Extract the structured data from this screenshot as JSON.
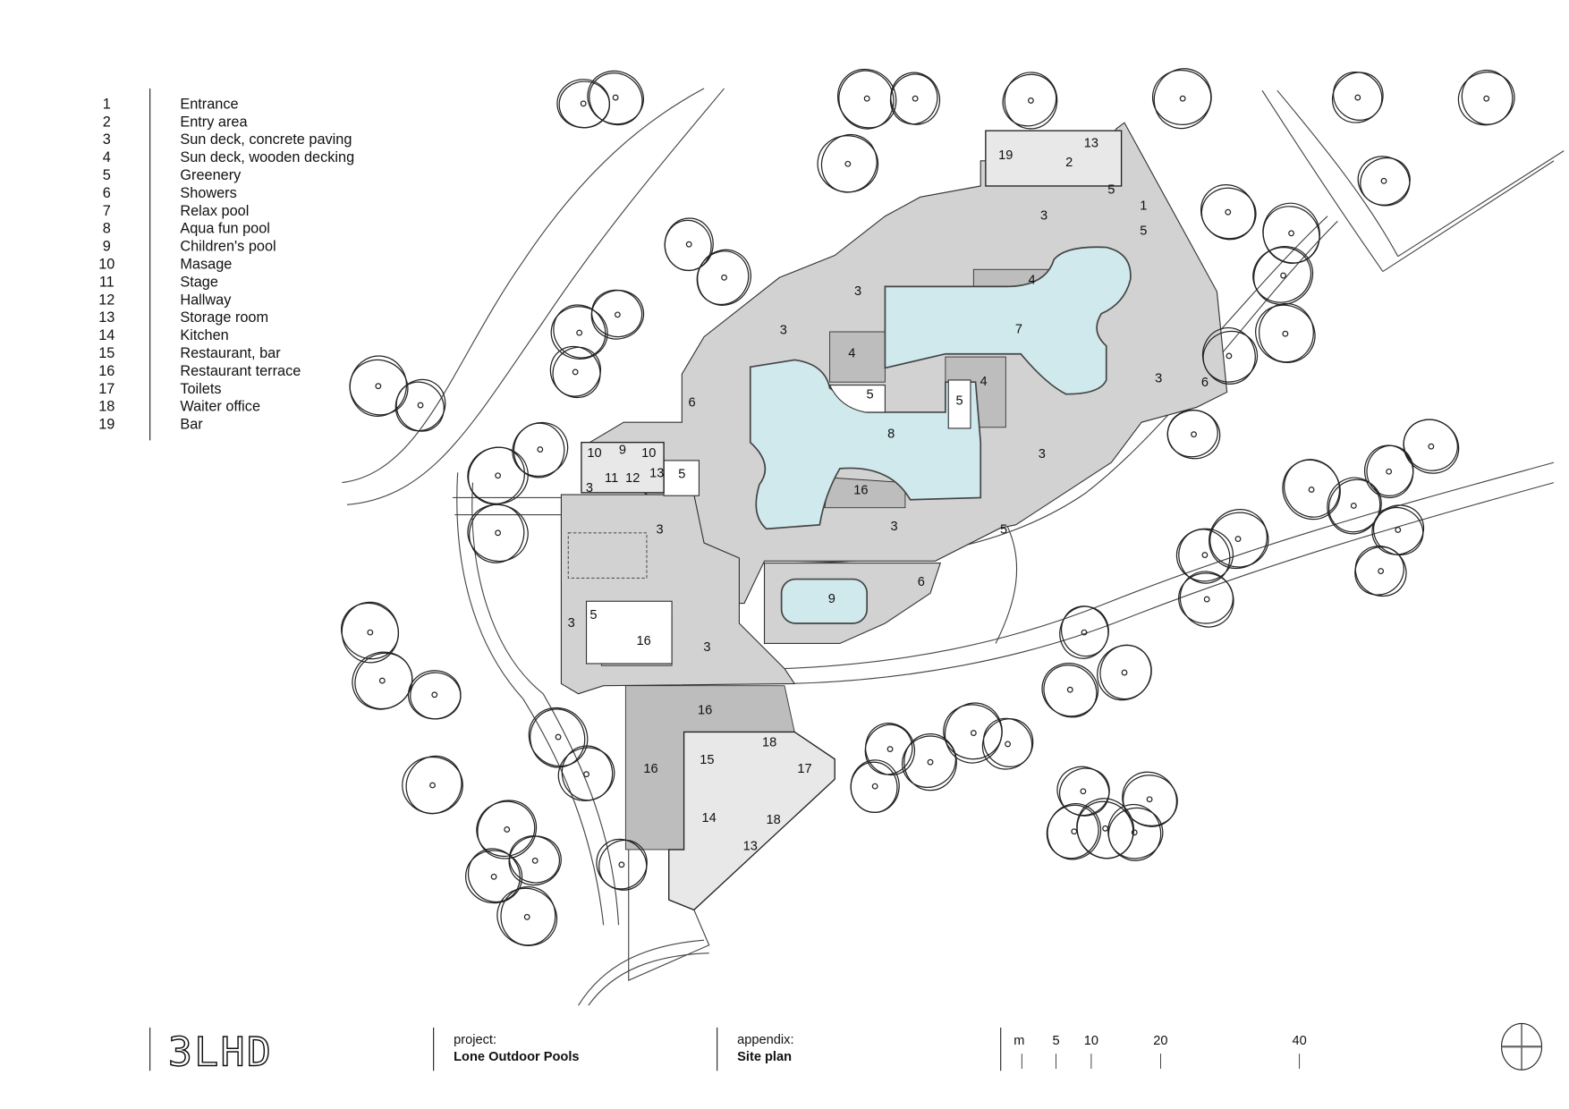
{
  "legend": [
    {
      "num": "1",
      "label": "Entrance"
    },
    {
      "num": "2",
      "label": "Entry area"
    },
    {
      "num": "3",
      "label": "Sun deck, concrete paving"
    },
    {
      "num": "4",
      "label": "Sun deck, wooden decking"
    },
    {
      "num": "5",
      "label": "Greenery"
    },
    {
      "num": "6",
      "label": "Showers"
    },
    {
      "num": "7",
      "label": "Relax pool"
    },
    {
      "num": "8",
      "label": "Aqua fun pool"
    },
    {
      "num": "9",
      "label": "Children's pool"
    },
    {
      "num": "10",
      "label": "Masage"
    },
    {
      "num": "11",
      "label": "Stage"
    },
    {
      "num": "12",
      "label": "Hallway"
    },
    {
      "num": "13",
      "label": "Storage room"
    },
    {
      "num": "14",
      "label": "Kitchen"
    },
    {
      "num": "15",
      "label": "Restaurant, bar"
    },
    {
      "num": "16",
      "label": "Restaurant terrace"
    },
    {
      "num": "17",
      "label": "Toilets"
    },
    {
      "num": "18",
      "label": "Waiter office"
    },
    {
      "num": "19",
      "label": "Bar"
    }
  ],
  "plan_labels": [
    "19",
    "2",
    "13",
    "5",
    "1",
    "5",
    "3",
    "4",
    "3",
    "7",
    "3",
    "4",
    "5",
    "5",
    "4",
    "3",
    "6",
    "6",
    "8",
    "3",
    "16",
    "3",
    "9",
    "10",
    "9",
    "10",
    "3",
    "11",
    "12",
    "13",
    "5",
    "3",
    "5",
    "3",
    "16",
    "3",
    "6",
    "5",
    "16",
    "18",
    "15",
    "16",
    "17",
    "14",
    "18",
    "13"
  ],
  "colors": {
    "pool": "#cfe9ec",
    "deck": "#d2d2d2",
    "wood": "#bdbdbd"
  },
  "footer": {
    "logo": "3LHD",
    "project_label": "project:",
    "project_name": "Lone Outdoor Pools",
    "appendix_label": "appendix:",
    "appendix_name": "Site plan",
    "scale_unit": "m",
    "scale_ticks": [
      "5",
      "10",
      "20",
      "40"
    ],
    "north_arrow_icon": "north-arrow-icon"
  }
}
